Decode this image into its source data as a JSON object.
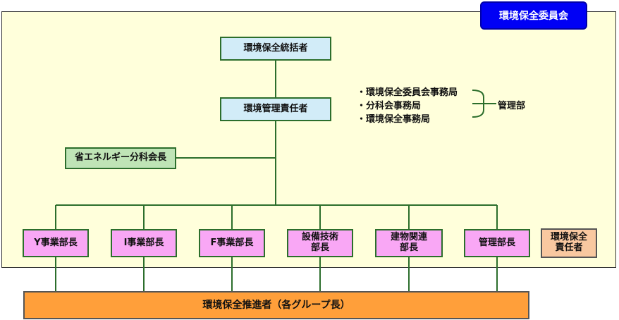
{
  "committee": {
    "label": "環境保全委員会"
  },
  "top": {
    "supervisor": "環境保全統括者",
    "manager": "環境管理責任者"
  },
  "energy": {
    "label": "省エネルギー分科会長"
  },
  "secretariat": {
    "items": [
      "・環境保全委員会事務局",
      "・分科会事務局",
      "・環境保全事務局"
    ],
    "owner": "管理部"
  },
  "departments": [
    {
      "label": "Y事業部長"
    },
    {
      "label": "I事業部長"
    },
    {
      "label": "F事業部長"
    },
    {
      "label": "設備技術\n部長"
    },
    {
      "label": "建物関連\n部長"
    },
    {
      "label": "管理部長"
    }
  ],
  "env_officer": {
    "label": "環境保全\n責任者"
  },
  "promoter": {
    "label": "環境保全推進者（各グループ長）"
  }
}
